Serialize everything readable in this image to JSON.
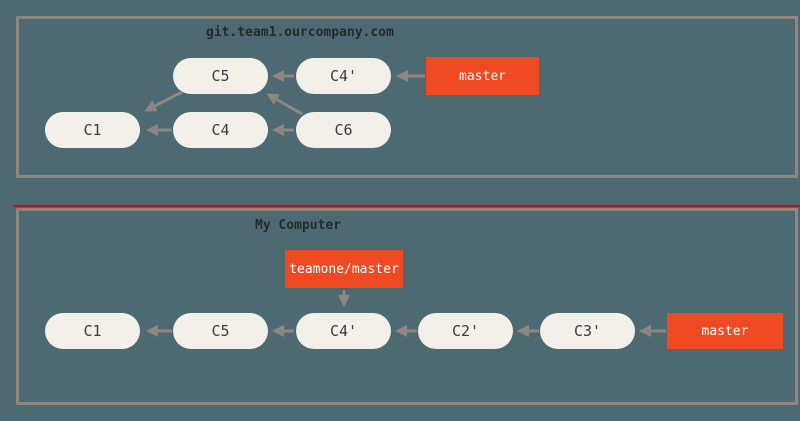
{
  "colors": {
    "background": "#4d6a73",
    "panel_border": "#8e8780",
    "node_fill": "#f2f0e9",
    "node_text": "#3a3c3d",
    "arrow": "#8e8780",
    "branch_fill": "#f04a23",
    "branch_text": "#ffffff",
    "title_text": "#26292b",
    "divider_red": "#cc0e0e"
  },
  "panels": [
    {
      "title": "git.team1.ourcompany.com",
      "nodes": [
        {
          "label": "C5"
        },
        {
          "label": "C4'"
        },
        {
          "label": "C1"
        },
        {
          "label": "C4"
        },
        {
          "label": "C6"
        }
      ],
      "branches": [
        {
          "label": "master"
        }
      ],
      "edges": [
        {
          "from": "C4'",
          "to": "C5"
        },
        {
          "from": "master",
          "to": "C4'"
        },
        {
          "from": "C4",
          "to": "C1"
        },
        {
          "from": "C6",
          "to": "C4"
        },
        {
          "from": "C5",
          "to": "C1"
        },
        {
          "from": "C6",
          "to": "C5"
        }
      ]
    },
    {
      "title": "My Computer",
      "nodes": [
        {
          "label": "C1"
        },
        {
          "label": "C5"
        },
        {
          "label": "C4'"
        },
        {
          "label": "C2'"
        },
        {
          "label": "C3'"
        }
      ],
      "branches": [
        {
          "label": "teamone/master"
        },
        {
          "label": "master"
        }
      ],
      "edges": [
        {
          "from": "C5",
          "to": "C1"
        },
        {
          "from": "C4'",
          "to": "C5"
        },
        {
          "from": "C2'",
          "to": "C4'"
        },
        {
          "from": "C3'",
          "to": "C2'"
        },
        {
          "from": "master",
          "to": "C3'"
        },
        {
          "from": "teamone/master",
          "to": "C4'"
        }
      ]
    }
  ]
}
